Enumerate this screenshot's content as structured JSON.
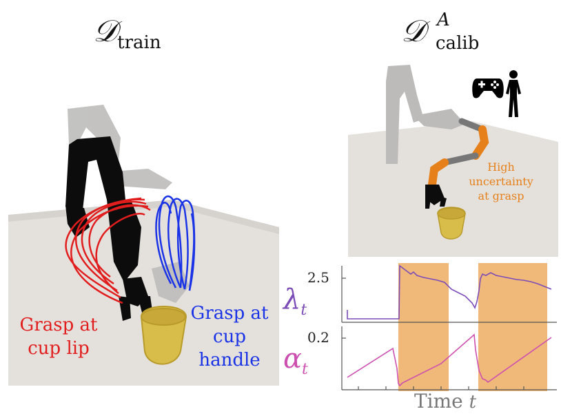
{
  "titles": {
    "left": {
      "main": "𝒟",
      "sub": "train"
    },
    "right": {
      "main": "𝒟",
      "sup": "A",
      "sub": "calib"
    }
  },
  "labels": {
    "lip": [
      "Grasp at",
      "cup lip"
    ],
    "handle": [
      "Grasp at",
      "cup",
      "handle"
    ],
    "uncertainty": [
      "High",
      "uncertainty",
      "at grasp"
    ]
  },
  "icons": {
    "gamepad": "gamepad-icon",
    "person": "person-icon"
  },
  "colors": {
    "lip": "#e11d1d",
    "handle": "#1a33e6",
    "uncertainty": "#e6801a",
    "lambda": "#7b4bb8",
    "alpha": "#cc4fb0",
    "shade": "#f0b97a"
  },
  "chart_data": [
    {
      "type": "line",
      "series": [
        {
          "name": "λ_t"
        }
      ],
      "ytick_labels": [
        "2.5"
      ],
      "y_label": {
        "symbol": "λ",
        "subscript": "t"
      },
      "shaded_regions": [
        [
          0.26,
          0.52
        ],
        [
          0.66,
          1.0
        ]
      ]
    },
    {
      "type": "line",
      "series": [
        {
          "name": "α_t"
        }
      ],
      "ytick_labels": [
        "0.2"
      ],
      "y_label": {
        "symbol": "α",
        "subscript": "t"
      },
      "x_label": {
        "text": "Time",
        "var": "t"
      },
      "shaded_regions": [
        [
          0.26,
          0.52
        ],
        [
          0.66,
          1.0
        ]
      ]
    }
  ]
}
